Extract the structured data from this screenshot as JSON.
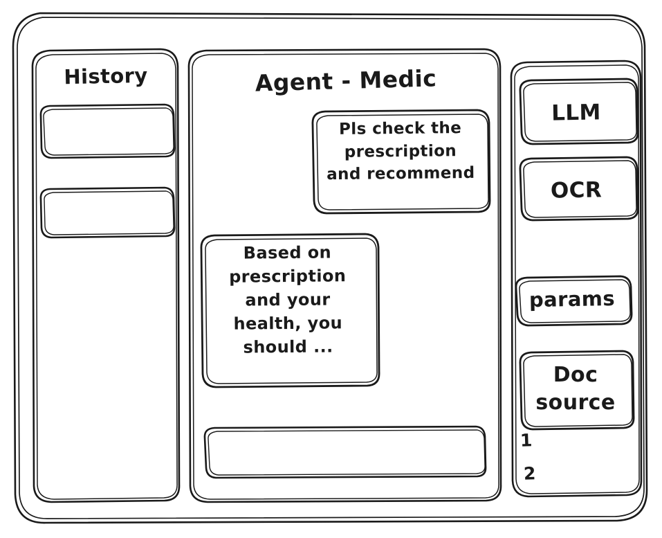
{
  "app": {
    "style": "hand-drawn-wireframe",
    "stroke_color": "#1a1a1a",
    "background_color": "#ffffff"
  },
  "sidebar_history": {
    "title": "History",
    "items": [
      {
        "label": ""
      },
      {
        "label": ""
      }
    ]
  },
  "main": {
    "title": "Agent - Medic",
    "messages": [
      {
        "role": "user",
        "text": "Pls check the\nprescription\nand recommend"
      },
      {
        "role": "agent",
        "text": "Based on\nprescription\nand your\nhealth, you\nshould ..."
      }
    ],
    "composer": {
      "value": "",
      "placeholder": ""
    }
  },
  "sidebar_tools": {
    "buttons": [
      {
        "label": "LLM"
      },
      {
        "label": "OCR"
      },
      {
        "label": "params"
      },
      {
        "label": "Doc\nsource"
      }
    ],
    "doc_sources": [
      {
        "label": "1"
      },
      {
        "label": "2"
      }
    ]
  }
}
